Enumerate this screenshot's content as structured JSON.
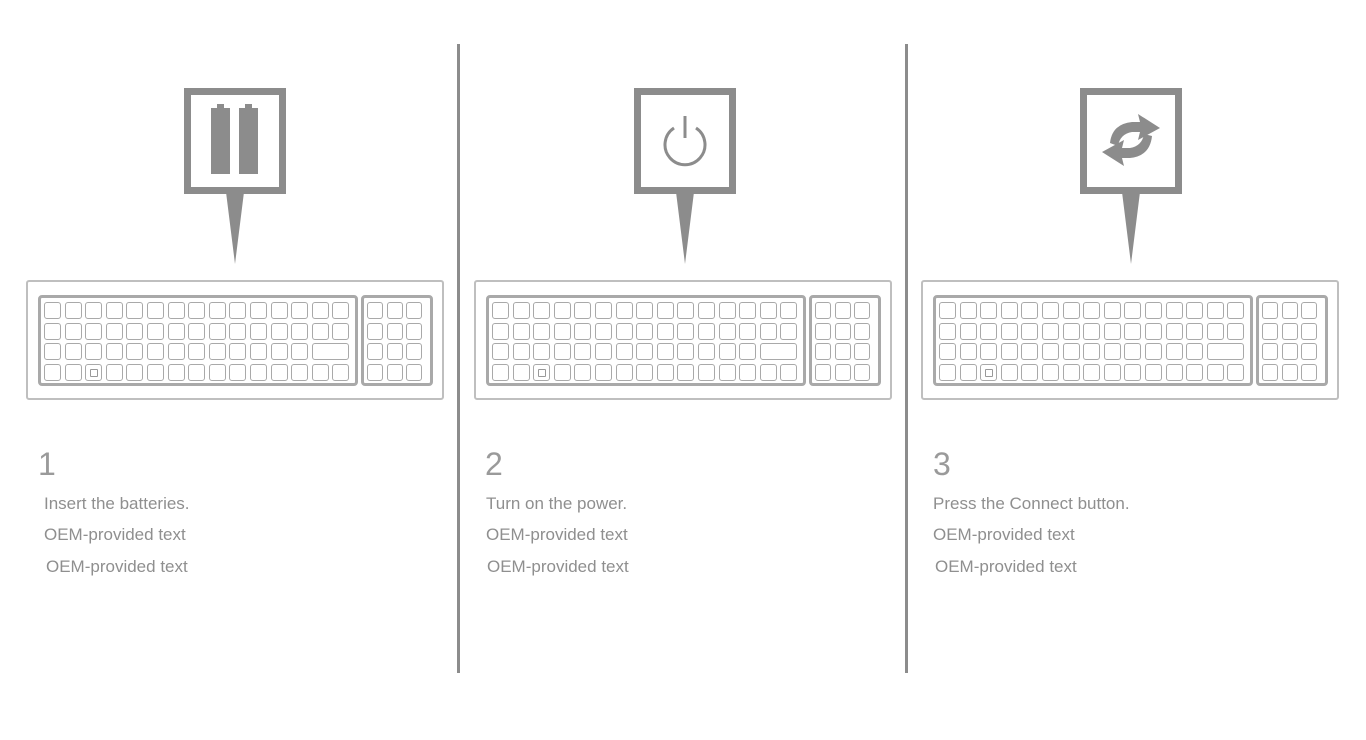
{
  "colors": {
    "icon": "#8c8c8c",
    "key_border": "#a9a9a9",
    "text": "#8f8f8f"
  },
  "steps": [
    {
      "number": "1",
      "icon": "battery-icon",
      "instruction": "Insert the batteries.",
      "oem_line_1": "OEM-provided text",
      "oem_line_2": "OEM-provided text"
    },
    {
      "number": "2",
      "icon": "power-icon",
      "instruction": "Turn on the power.",
      "oem_line_1": "OEM-provided text",
      "oem_line_2": "OEM-provided text"
    },
    {
      "number": "3",
      "icon": "sync-icon",
      "instruction": "Press the Connect button.",
      "oem_line_1": "OEM-provided text",
      "oem_line_2": "OEM-provided text"
    }
  ]
}
